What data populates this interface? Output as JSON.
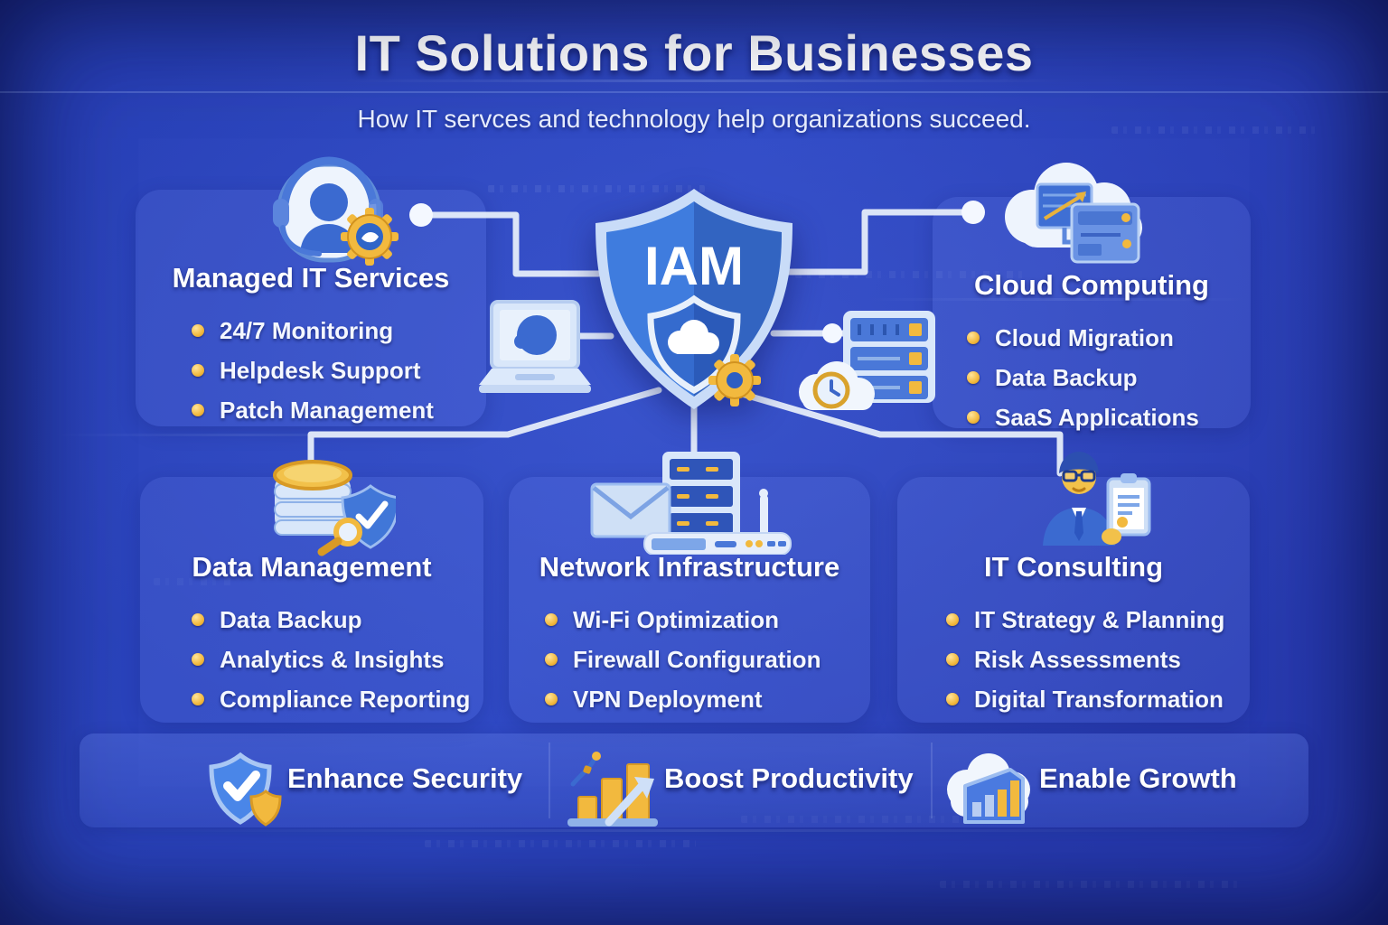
{
  "header": {
    "title": "IT Solutions for Businesses",
    "subtitle": "How IT servces and technology help organizations succeed."
  },
  "center_shield": {
    "label": "IAM",
    "icon": "shield-cloud-gear-icon"
  },
  "sections": [
    {
      "title": "Managed IT Services",
      "icon": "headset-agent-gear-icon",
      "items": [
        "24/7 Monitoring",
        "Helpdesk Support",
        "Patch Management"
      ]
    },
    {
      "title": "Cloud Computing",
      "icon": "cloud-servers-icon",
      "items": [
        "Cloud Migration",
        "Data Backup",
        "SaaS Applications"
      ]
    },
    {
      "title": "Data Management",
      "icon": "database-shield-magnifier-icon",
      "items": [
        "Data Backup",
        "Analytics & Insights",
        "Compliance Reporting"
      ]
    },
    {
      "title": "Network Infrastructure",
      "icon": "mail-server-router-icon",
      "items": [
        "Wi-Fi Optimization",
        "Firewall Configuration",
        "VPN Deployment"
      ]
    },
    {
      "title": "IT Consulting",
      "icon": "consultant-clipboard-icon",
      "items": [
        "IT Strategy & Planning",
        "Risk Assessments",
        "Digital Transformation"
      ]
    }
  ],
  "side_icons": [
    "laptop-icon",
    "server-clock-cloud-icon"
  ],
  "footer": {
    "items": [
      {
        "label": "Enhance Security",
        "icon": "shield-check-icon"
      },
      {
        "label": "Boost Productivity",
        "icon": "bar-chart-arrow-icon"
      },
      {
        "label": "Enable Growth",
        "icon": "cloud-bar-chart-icon"
      }
    ]
  },
  "colors": {
    "background": "#2B3EB4",
    "panel": "rgba(140,165,255,0.13)",
    "accent_gold": "#F2B93E",
    "text": "#FFFFFF",
    "connector": "#E8F0FB",
    "shield_fill": "#3A77DC",
    "shield_border": "#C9DCF8"
  }
}
